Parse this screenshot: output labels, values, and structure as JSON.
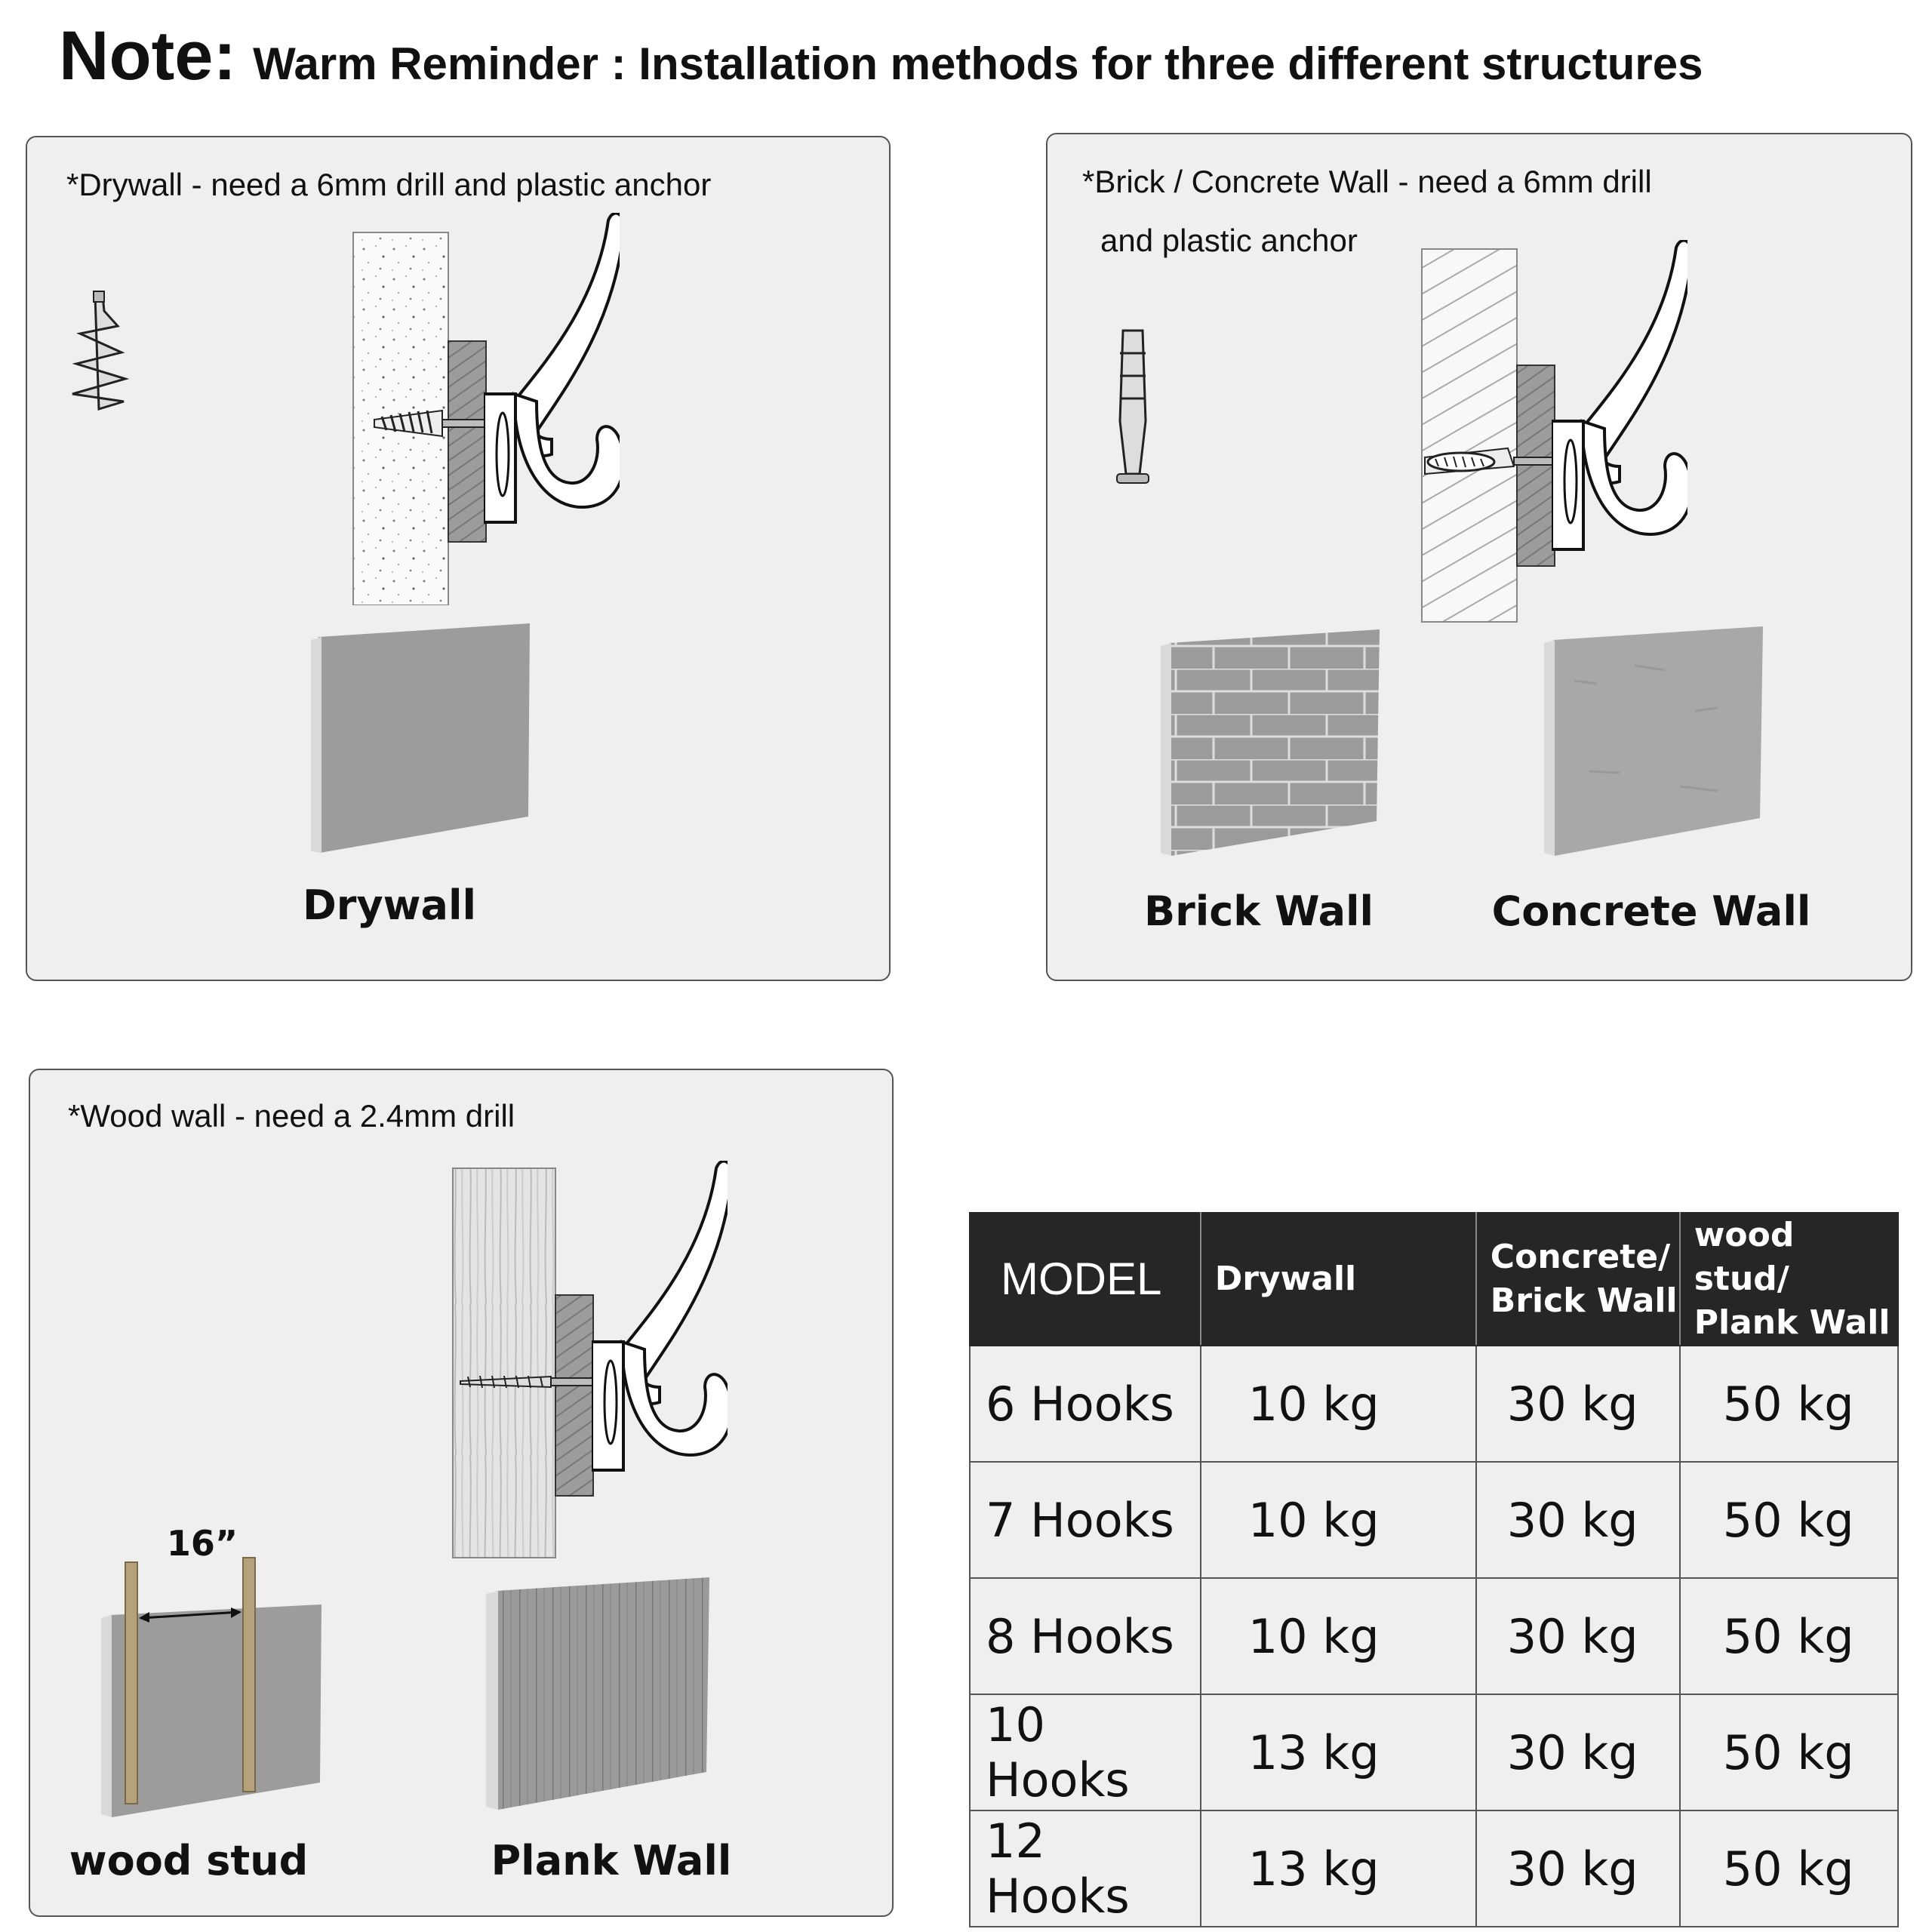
{
  "title": {
    "note": "Note:",
    "text": "Warm Reminder : Installation methods for three different structures"
  },
  "drywall_panel": {
    "note": "*Drywall - need a 6mm drill and plastic anchor",
    "label": "Drywall"
  },
  "brick_panel": {
    "note_line1": "*Brick / Concrete Wall - need a 6mm drill",
    "note_line2": "and plastic anchor",
    "label_brick": "Brick Wall",
    "label_concrete": "Concrete Wall"
  },
  "wood_panel": {
    "note": "*Wood wall - need a 2.4mm drill",
    "stud_spacing": "16”",
    "label_stud": "wood stud",
    "label_plank": "Plank Wall"
  },
  "table": {
    "headers": [
      "MODEL",
      "Drywall",
      "Concrete/ Brick Wall",
      "wood stud/ Plank Wall"
    ],
    "rows": [
      [
        "6 Hooks",
        "10 kg",
        "30 kg",
        "50 kg"
      ],
      [
        "7 Hooks",
        "10 kg",
        "30 kg",
        "50 kg"
      ],
      [
        "8 Hooks",
        "10 kg",
        "30 kg",
        "50 kg"
      ],
      [
        "10 Hooks",
        "13 kg",
        "30 kg",
        "50 kg"
      ],
      [
        "12 Hooks",
        "13 kg",
        "30 kg",
        "50 kg"
      ]
    ]
  }
}
